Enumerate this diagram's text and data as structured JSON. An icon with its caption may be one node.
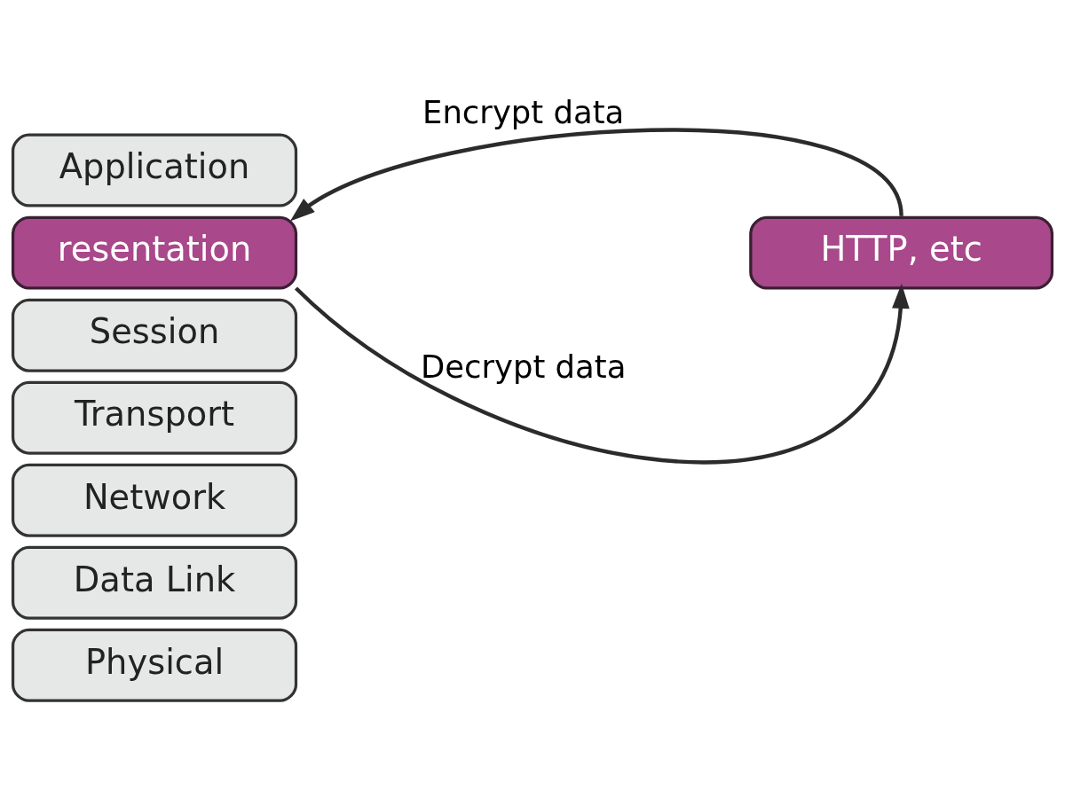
{
  "diagram": {
    "nodes": [
      {
        "text": [
          "Application"
        ]
      },
      {
        "text": [
          "resentation"
        ]
      },
      {
        "text": [
          "Session"
        ]
      },
      {
        "text": [
          "Transport"
        ]
      },
      {
        "text": [
          "Network"
        ]
      },
      {
        "text": [
          "Data Link"
        ]
      },
      {
        "text": [
          "Physical"
        ]
      },
      {
        "text": [
          "HTTP, etc"
        ]
      }
    ],
    "edges": [
      {
        "from": 7,
        "to": 1,
        "arrow": "to",
        "label": "Encrypt data"
      },
      {
        "from": 1,
        "to": 7,
        "arrow": "to",
        "label": "Decrypt data"
      }
    ]
  }
}
